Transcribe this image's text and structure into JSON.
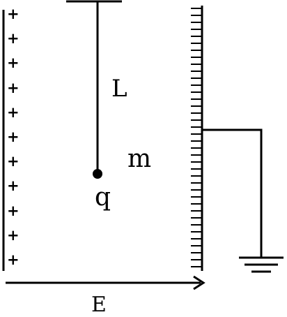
{
  "labels": {
    "length": "L",
    "mass": "m",
    "charge": "q",
    "field": "E"
  },
  "positive_plate": {
    "charge_symbol": "+",
    "symbol_count": 11
  },
  "colors": {
    "ink": "#000000",
    "background": "#ffffff"
  }
}
